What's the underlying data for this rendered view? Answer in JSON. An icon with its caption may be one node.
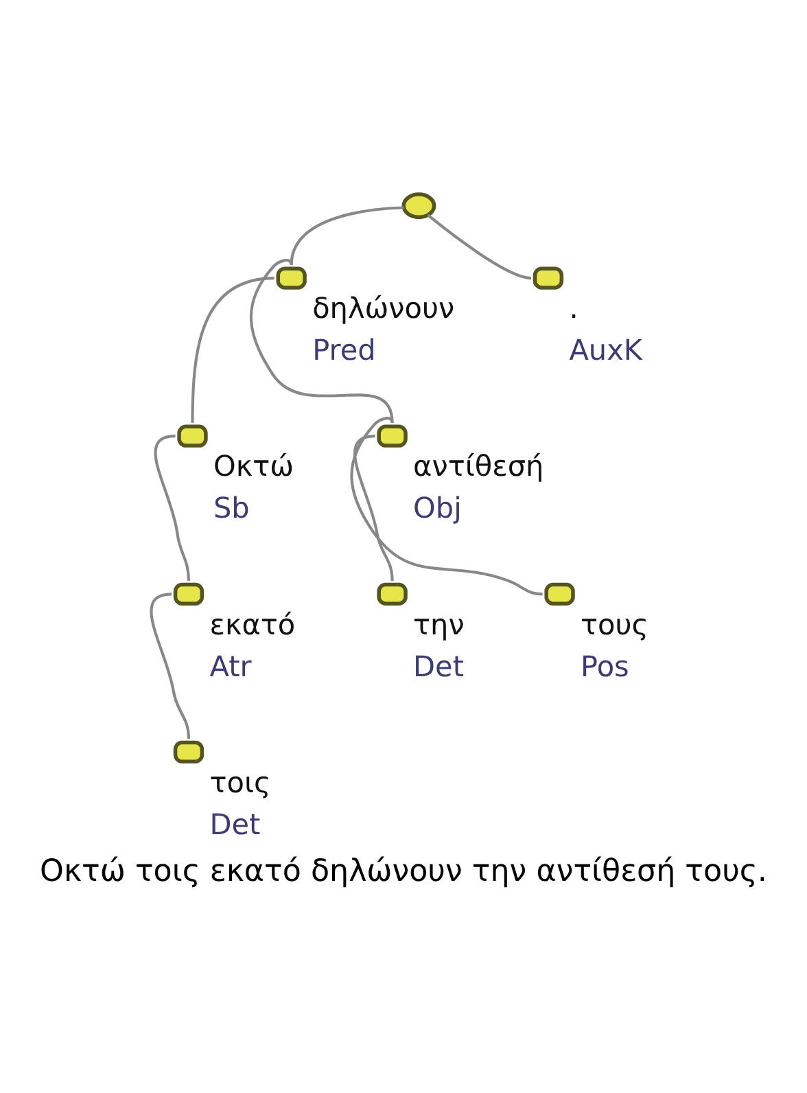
{
  "diagram": {
    "caption": "Οκτώ τοις εκατό δηλώνουν την αντίθεσή τους.",
    "nodes": [
      {
        "text": [],
        "shape": "circle"
      },
      {
        "text": [
          "δηλώνουν",
          "Pred"
        ]
      },
      {
        "text": [
          ".",
          "AuxK"
        ]
      },
      {
        "text": [
          "Οκτώ",
          "Sb"
        ]
      },
      {
        "text": [
          "αντίθεσή",
          "Obj"
        ]
      },
      {
        "text": [
          "εκατό",
          "Atr"
        ]
      },
      {
        "text": [
          "την",
          "Det"
        ]
      },
      {
        "text": [
          "τους",
          "Pos"
        ]
      },
      {
        "text": [
          "τοις",
          "Det"
        ]
      }
    ],
    "edges": [
      {
        "from": 0,
        "to": 1,
        "arrow": "none"
      },
      {
        "from": 0,
        "to": 2,
        "arrow": "none"
      },
      {
        "from": 1,
        "to": 3,
        "arrow": "none"
      },
      {
        "from": 1,
        "to": 4,
        "arrow": "none"
      },
      {
        "from": 3,
        "to": 5,
        "arrow": "none"
      },
      {
        "from": 5,
        "to": 8,
        "arrow": "none"
      },
      {
        "from": 4,
        "to": 6,
        "arrow": "none"
      },
      {
        "from": 4,
        "to": 7,
        "arrow": "none"
      }
    ]
  }
}
